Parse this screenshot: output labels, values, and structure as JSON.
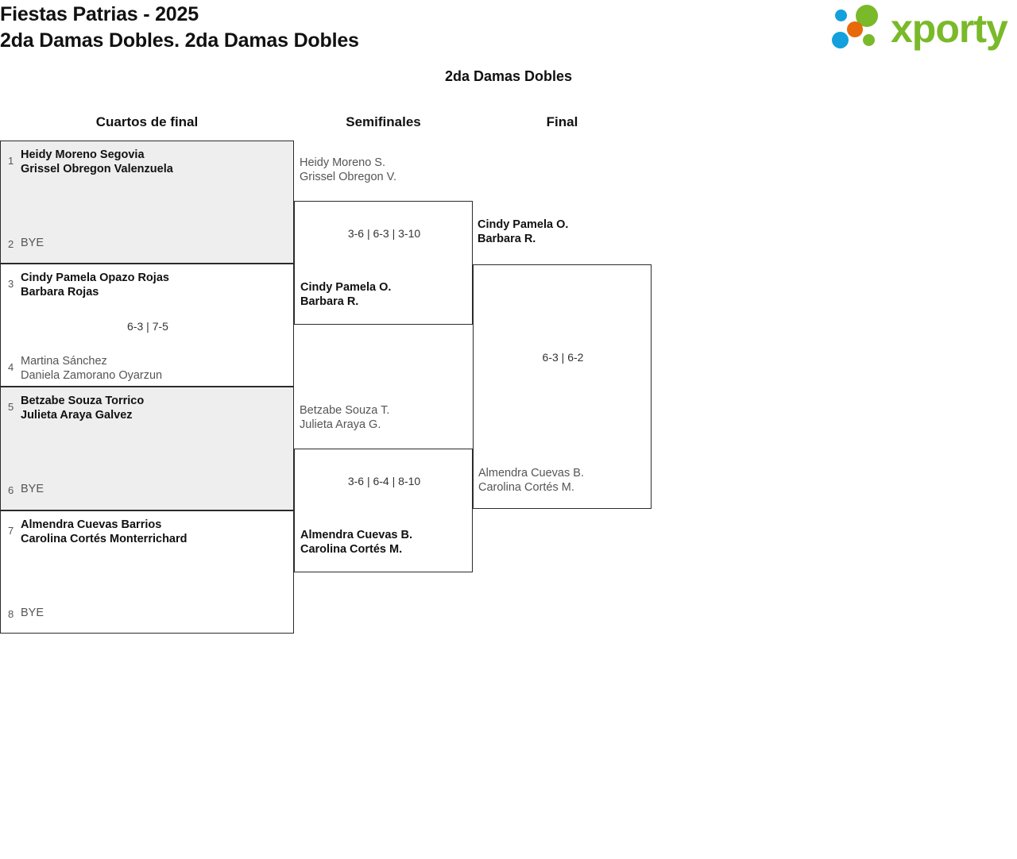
{
  "header": {
    "tournament": "Fiestas Patrias - 2025",
    "category": "2da Damas Dobles. 2da Damas Dobles",
    "logo_word": "xporty",
    "logo_colors": {
      "green": "#7ab929",
      "blue": "#13a0dc",
      "orange": "#e8690b"
    }
  },
  "event_title": "2da Damas Dobles",
  "rounds": [
    {
      "key": "qf",
      "label": "Cuartos de final"
    },
    {
      "key": "sf",
      "label": "Semifinales"
    },
    {
      "key": "fin",
      "label": "Final"
    }
  ],
  "quarterfinals": [
    {
      "shaded": true,
      "top": {
        "seed": "1",
        "p1": "Heidy Moreno Segovia",
        "p2": "Grissel Obregon Valenzuela",
        "result": "win"
      },
      "bottom": {
        "seed": "2",
        "p1": "BYE",
        "p2": "",
        "result": "bye"
      },
      "score": ""
    },
    {
      "shaded": false,
      "top": {
        "seed": "3",
        "p1": "Cindy Pamela Opazo Rojas",
        "p2": "Barbara Rojas",
        "result": "win"
      },
      "bottom": {
        "seed": "4",
        "p1": "Martina Sánchez",
        "p2": "Daniela Zamorano Oyarzun",
        "result": "lose"
      },
      "score": "6-3 | 7-5"
    },
    {
      "shaded": true,
      "top": {
        "seed": "5",
        "p1": "Betzabe Souza Torrico",
        "p2": "Julieta Araya Galvez",
        "result": "win"
      },
      "bottom": {
        "seed": "6",
        "p1": "BYE",
        "p2": "",
        "result": "bye"
      },
      "score": ""
    },
    {
      "shaded": false,
      "top": {
        "seed": "7",
        "p1": "Almendra Cuevas Barrios",
        "p2": "Carolina Cortés Monterrichard",
        "result": "win"
      },
      "bottom": {
        "seed": "8",
        "p1": "BYE",
        "p2": "",
        "result": "bye"
      },
      "score": ""
    }
  ],
  "semifinals": [
    {
      "top": {
        "p1": "Heidy Moreno S.",
        "p2": "Grissel Obregon V.",
        "result": "lose"
      },
      "bottom": {
        "p1": "Cindy Pamela O.",
        "p2": "Barbara R.",
        "result": "win"
      },
      "score": "3-6 | 6-3 | 3-10"
    },
    {
      "top": {
        "p1": "Betzabe Souza T.",
        "p2": "Julieta Araya G.",
        "result": "lose"
      },
      "bottom": {
        "p1": "Almendra Cuevas B.",
        "p2": "Carolina Cortés M.",
        "result": "win"
      },
      "score": "3-6 | 6-4 | 8-10"
    }
  ],
  "final": {
    "top": {
      "p1": "Cindy Pamela O.",
      "p2": "Barbara R.",
      "result": "win"
    },
    "bottom": {
      "p1": "Almendra Cuevas B.",
      "p2": "Carolina Cortés M.",
      "result": "lose"
    },
    "score": "6-3 | 6-2"
  }
}
